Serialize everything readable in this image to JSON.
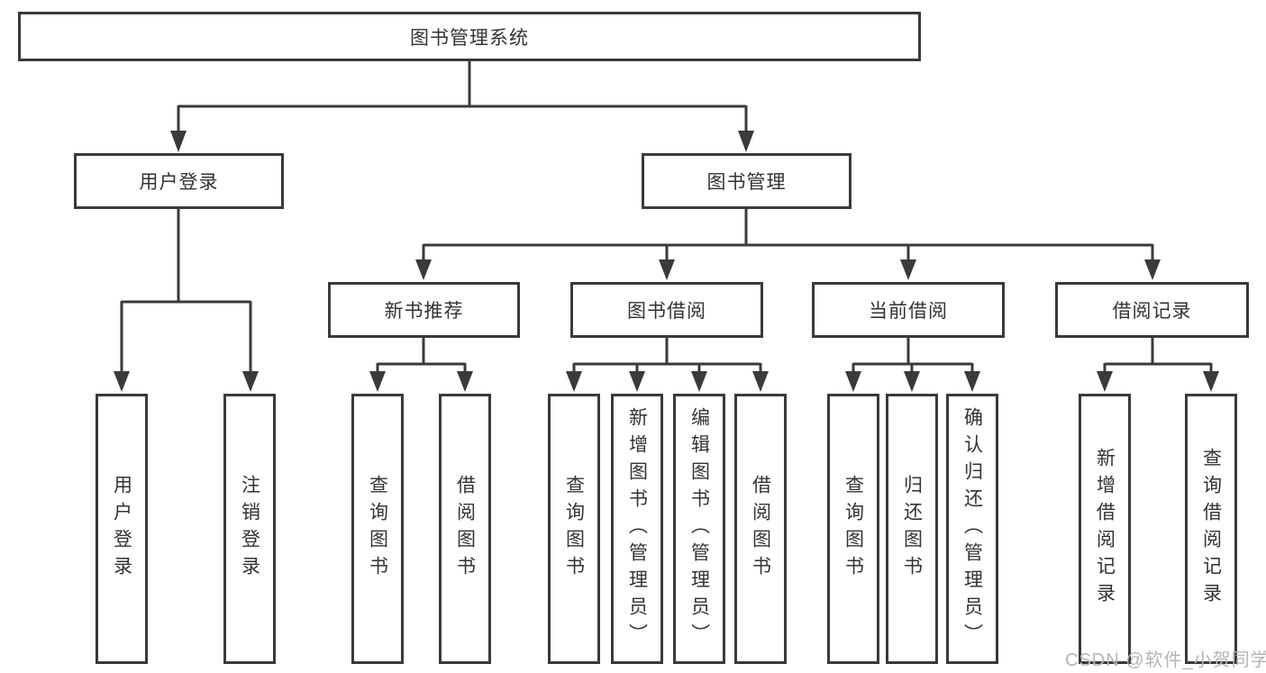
{
  "tree": {
    "root": "图书管理系统",
    "user_login": "用户登录",
    "book_mgmt": "图书管理",
    "user_login_children": [
      "用户登录",
      "注销登录"
    ],
    "book_mgmt_children": [
      "新书推荐",
      "图书借阅",
      "当前借阅",
      "借阅记录"
    ],
    "new_book_children": [
      "查询图书",
      "借阅图书"
    ],
    "book_borrow_children": [
      "查询图书",
      "新增图书（管理员）",
      "编辑图书（管理员）",
      "借阅图书"
    ],
    "current_borrow_children": [
      "查询图书",
      "归还图书",
      "确认归还（管理员）"
    ],
    "borrow_record_children": [
      "新增借阅记录",
      "查询借阅记录"
    ]
  },
  "watermark": "CSDN @软件_小贺同学",
  "colors": {
    "line": "#3a3a3a",
    "text": "#333333",
    "watermark": "#b5b5b5",
    "background": "#ffffff"
  }
}
